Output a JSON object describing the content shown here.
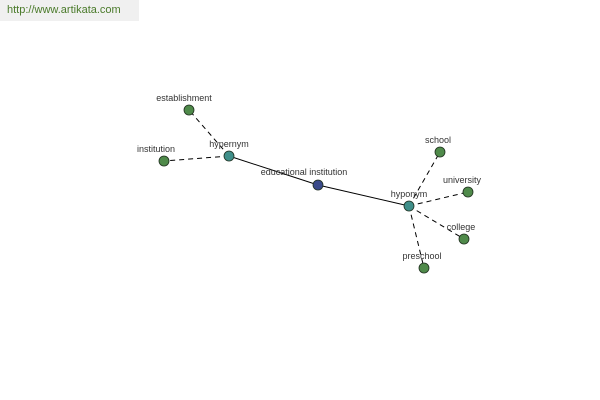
{
  "banner": {
    "url_text": "http://www.artikata.com"
  },
  "colors": {
    "center_node": "#3a4a8a",
    "relation_node": "#3f8f8a",
    "word_node": "#4f8a4a",
    "node_stroke": "#1f2f1f",
    "edge": "#000000"
  },
  "graph": {
    "center": {
      "id": "center",
      "label": "educational institution"
    },
    "relations": [
      {
        "id": "hypernym",
        "label": "hypernym"
      },
      {
        "id": "hyponym",
        "label": "hyponym"
      }
    ],
    "words": [
      {
        "id": "establishment",
        "label": "establishment",
        "relation": "hypernym"
      },
      {
        "id": "institution",
        "label": "institution",
        "relation": "hypernym"
      },
      {
        "id": "school",
        "label": "school",
        "relation": "hyponym"
      },
      {
        "id": "university",
        "label": "university",
        "relation": "hyponym"
      },
      {
        "id": "college",
        "label": "college",
        "relation": "hyponym"
      },
      {
        "id": "preschool",
        "label": "preschool",
        "relation": "hyponym"
      }
    ]
  }
}
